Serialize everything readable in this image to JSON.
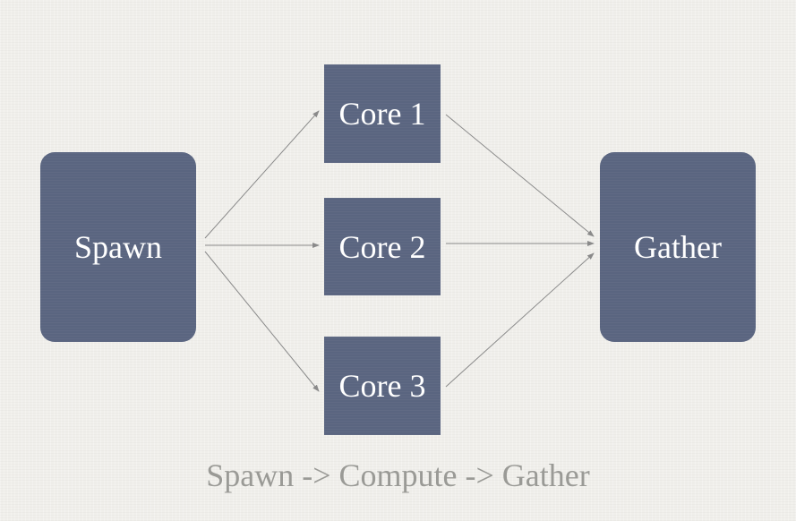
{
  "nodes": {
    "spawn": "Spawn",
    "core1": "Core 1",
    "core2": "Core 2",
    "core3": "Core 3",
    "gather": "Gather"
  },
  "caption": "Spawn -> Compute -> Gather",
  "colors": {
    "box_fill": "#5a6580",
    "box_text": "#ffffff",
    "arrow": "#8a8a8a",
    "caption": "#9a9a96",
    "background": "#f0efeb"
  }
}
